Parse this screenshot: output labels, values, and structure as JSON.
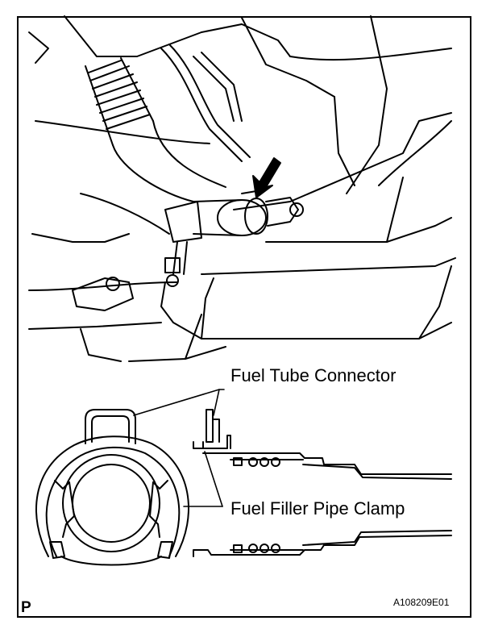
{
  "labels": {
    "fuel_tube_connector": "Fuel Tube Connector",
    "fuel_filler_pipe_clamp": "Fuel Filler Pipe Clamp"
  },
  "corner_letter": "P",
  "figure_code": "A108209E01",
  "colors": {
    "ink": "#000000",
    "paper": "#ffffff"
  }
}
